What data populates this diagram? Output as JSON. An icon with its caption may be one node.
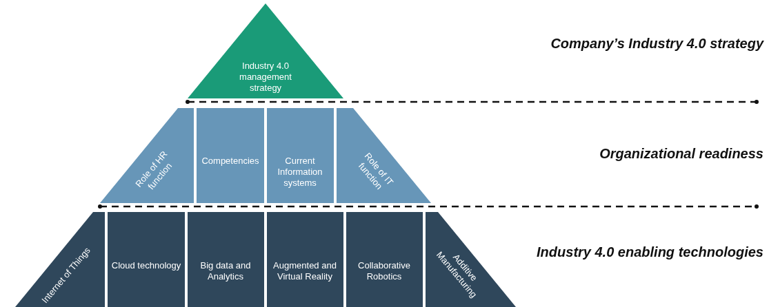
{
  "diagram": {
    "nodes": [
      {
        "text": [
          "Industry 4.0 management strategy"
        ]
      },
      {
        "text": [
          "Role of HR function"
        ]
      },
      {
        "text": [
          "Competencies"
        ]
      },
      {
        "text": [
          "Current Information systems"
        ]
      },
      {
        "text": [
          "Role of IT function"
        ]
      },
      {
        "text": [
          "Internet of Things"
        ]
      },
      {
        "text": [
          "Cloud technology"
        ]
      },
      {
        "text": [
          "Big data and Analytics"
        ]
      },
      {
        "text": [
          "Augmented and Virtual Reality"
        ]
      },
      {
        "text": [
          "Collaborative Robotics"
        ]
      },
      {
        "text": [
          "Additive Manufacturing"
        ]
      }
    ],
    "labels": [
      "Company’s Industry 4.0 strategy",
      "Organizational readiness",
      "Industry 4.0 enabling technologies"
    ]
  }
}
